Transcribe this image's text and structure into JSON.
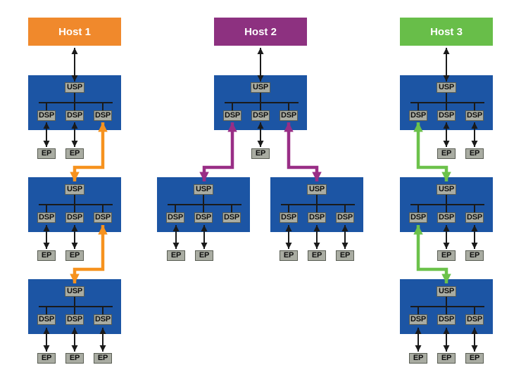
{
  "labels": {
    "usp": "USP",
    "dsp": "DSP",
    "ep": "EP"
  },
  "hosts": [
    {
      "label": "Host 1",
      "color": "#F0892C"
    },
    {
      "label": "Host 2",
      "color": "#8D3180"
    },
    {
      "label": "Host 3",
      "color": "#68BE49"
    }
  ],
  "links": [
    {
      "color": "orange",
      "ends": "Host1 tier-1 DSP3 ↔ tier-2 USP"
    },
    {
      "color": "orange",
      "ends": "Host1 tier-2 DSP3 ↔ tier-3 USP"
    },
    {
      "color": "purple",
      "ends": "Host2 DSP1 ↔ left switch USP"
    },
    {
      "color": "purple",
      "ends": "Host2 DSP3 ↔ right switch USP"
    },
    {
      "color": "green",
      "ends": "Host3 tier-1 DSP1 ↔ tier-2 USP"
    },
    {
      "color": "green",
      "ends": "Host3 tier-2 DSP1 ↔ tier-3 USP"
    }
  ],
  "colors": {
    "host1": "#F0892C",
    "host2": "#8D3180",
    "host3": "#68BE49",
    "switch_blue": "#1C55A4",
    "label_bg": "#A9ACA2",
    "label_border": "#585C52",
    "label_text": "#0E0E0E",
    "host_text": "#FFFFFF",
    "arrow_black": "#1A1A1A",
    "arrow_orange": "#F6921E",
    "arrow_purple": "#992E86",
    "arrow_green": "#6CC24B",
    "background": "#FFFFFF"
  }
}
